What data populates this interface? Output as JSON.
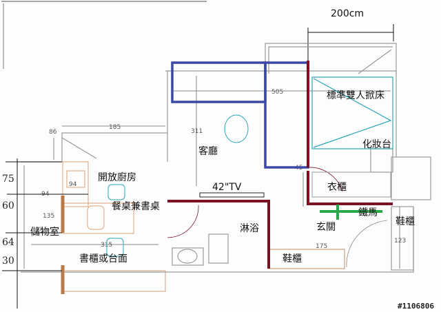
{
  "title": "Floor plan",
  "scale_label": "200cm",
  "rooms": {
    "bed": "標準雙人掀床",
    "living_room": "客廳",
    "vanity": "化妝台",
    "kitchen": "開放廚房",
    "dining": "餐桌兼書桌",
    "storage": "儲物室",
    "bookcase": "書櫃或台面",
    "tv": "42\"TV",
    "shower": "淋浴",
    "wardrobe": "衣櫃",
    "iron_gate": "鐵馬",
    "entrance": "玄關",
    "shoe_cabinet_bottom": "鞋櫃",
    "shoe_cabinet_right": "鞋櫃"
  },
  "dimensions": {
    "d505": "505",
    "d311": "311",
    "d185": "185",
    "d86": "86",
    "d94a": "94",
    "d94b": "94",
    "d135": "135",
    "d315": "315",
    "d45": "45",
    "d175": "175",
    "d123": "123"
  },
  "levels": [
    "75",
    "60",
    "64",
    "30"
  ],
  "watermark": "#1106806",
  "colors": {
    "blue_wall": "#3b48a8",
    "red_wall": "#7a1222",
    "green_gate": "#2aa84a",
    "cyan": "#2aa6b8",
    "orange": "#e0a070",
    "brown": "#b87a4a"
  }
}
